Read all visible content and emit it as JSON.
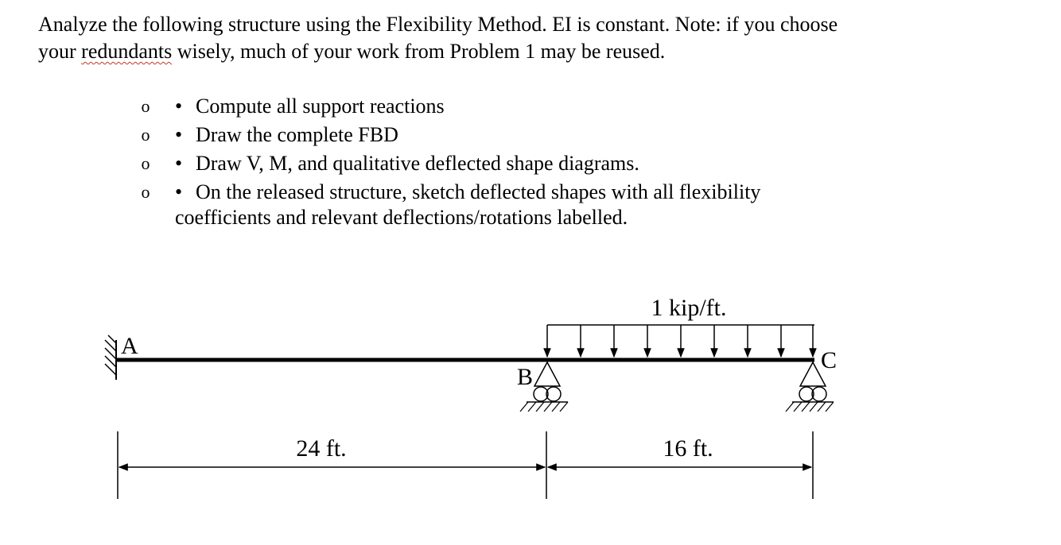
{
  "problem": {
    "line1": "Analyze the following structure using the Flexibility Method. EI is constant. Note: if you choose",
    "line2_pre": "your ",
    "line2_marked": "redundants",
    "line2_post": " wisely, much of your work from Problem 1 may be reused."
  },
  "tasks": [
    {
      "marker": "o",
      "bullet": "•",
      "text": "Compute all support reactions"
    },
    {
      "marker": "o",
      "bullet": "•",
      "text": "Draw the complete FBD"
    },
    {
      "marker": "o",
      "bullet": "•",
      "text": "Draw V, M, and qualitative deflected shape diagrams."
    },
    {
      "marker": "o",
      "bullet": "•",
      "text": "On the released structure, sketch deflected shapes with all flexibility"
    }
  ],
  "task_continuation": "coefficients and relevant deflections/rotations labelled.",
  "diagram": {
    "load_label": "1 kip/ft.",
    "node_a": "A",
    "node_b": "B",
    "node_c": "C",
    "span_ab": "24 ft.",
    "span_bc": "16 ft."
  }
}
